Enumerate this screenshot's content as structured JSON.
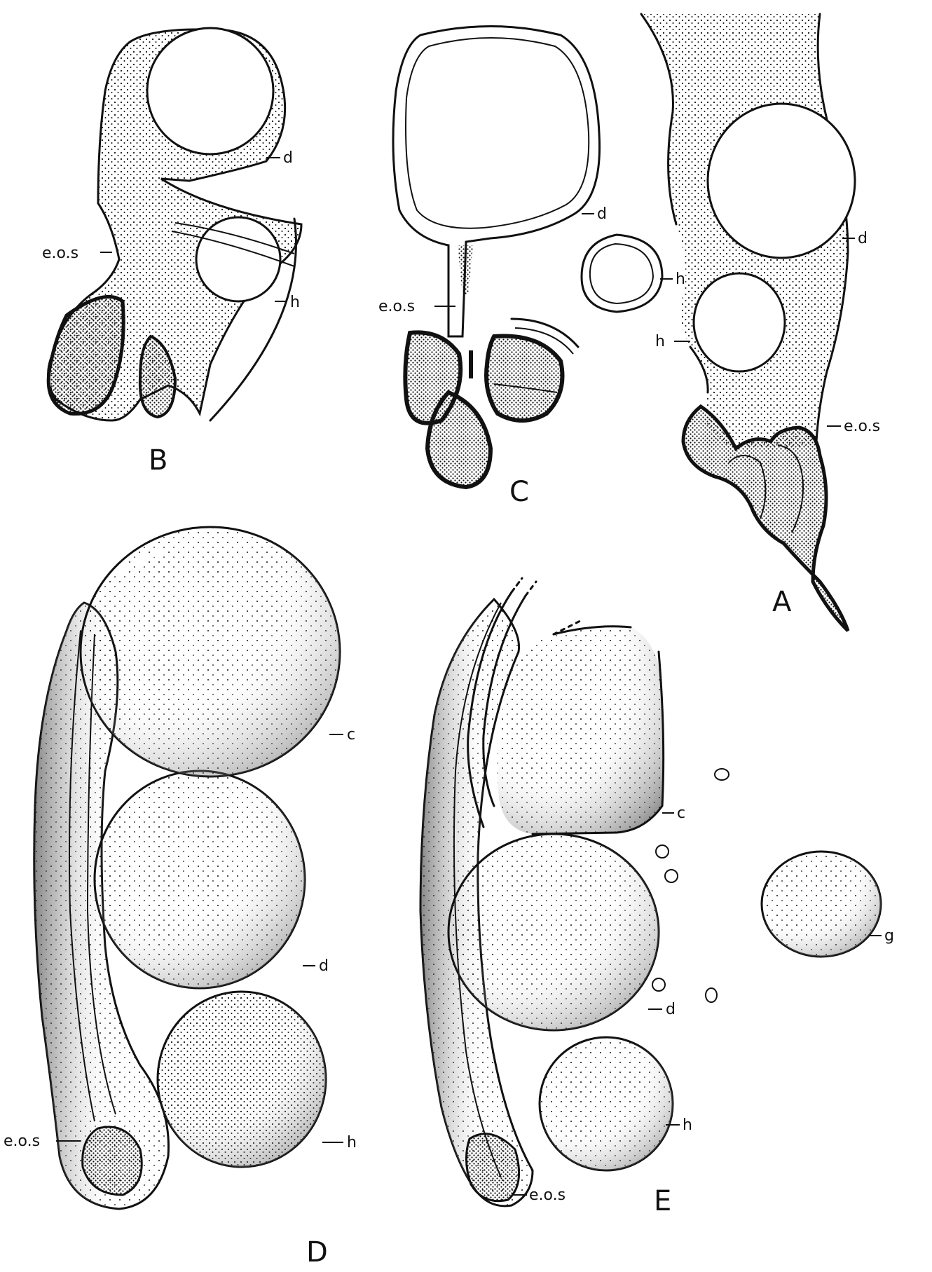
{
  "figure_labels": {
    "A": "A",
    "B": "B",
    "C": "C",
    "D": "D",
    "E": "E"
  },
  "part_labels": {
    "B": {
      "d": "d",
      "eos": "e.o.s",
      "h": "h"
    },
    "C": {
      "d": "d",
      "h": "h",
      "eos": "e.o.s"
    },
    "A": {
      "d": "d",
      "h": "h",
      "eos": "e.o.s"
    },
    "D": {
      "c": "c",
      "d": "d",
      "h": "h",
      "eos": "e.o.s"
    },
    "E": {
      "c": "c",
      "d": "d",
      "h": "h",
      "eos": "e.o.s",
      "g": "g"
    }
  }
}
